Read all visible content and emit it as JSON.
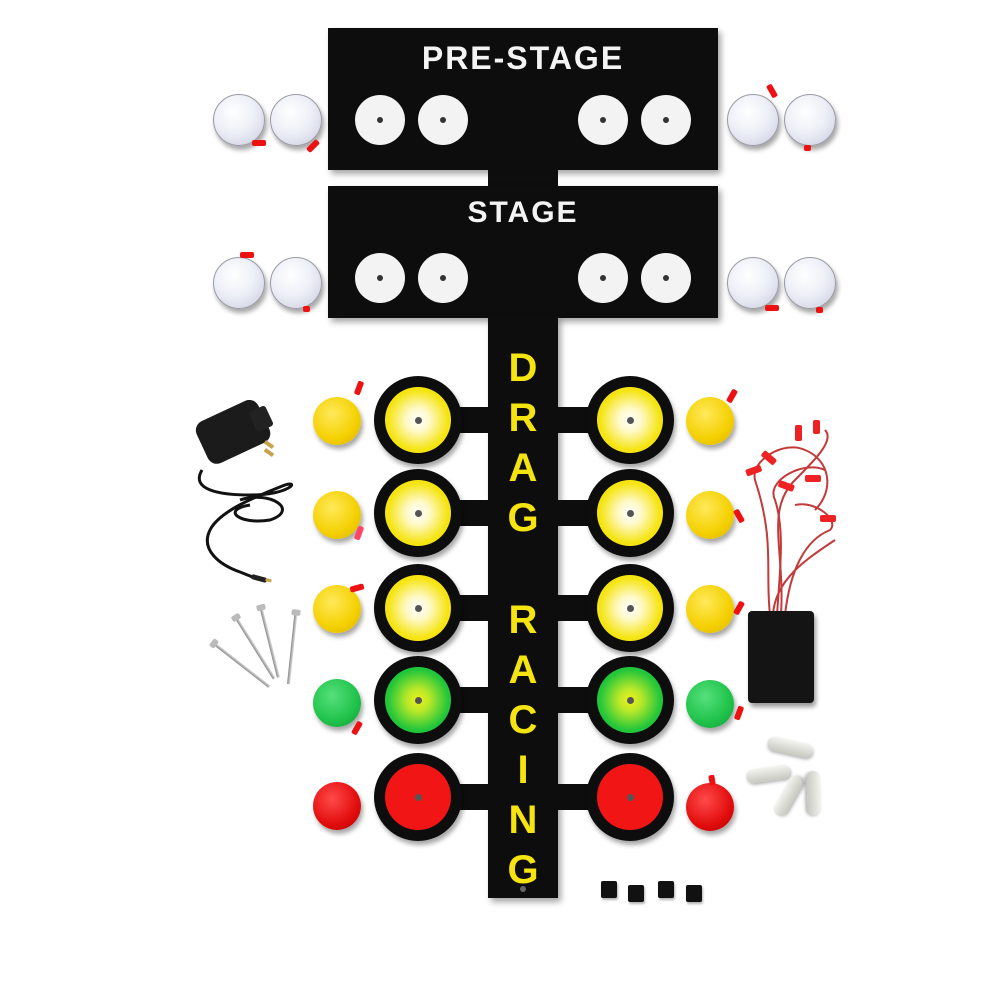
{
  "product": {
    "description": "Drag racing Christmas tree light board kit with loose LED lamps and accessories"
  },
  "board": {
    "color": "#0d0d0d",
    "prestage_label": "PRE-STAGE",
    "stage_label": "STAGE",
    "vertical_text_1": [
      "D",
      "R",
      "A",
      "G"
    ],
    "vertical_text_2": [
      "R",
      "A",
      "C",
      "I",
      "N",
      "G"
    ],
    "text_color": "#f5e40f",
    "title_color": "#f4f4f4"
  },
  "lamp_rows": [
    {
      "color": "yellow",
      "hex": "#f5e40f",
      "center_hex": "#ffffff"
    },
    {
      "color": "yellow",
      "hex": "#f5e40f",
      "center_hex": "#ffffff"
    },
    {
      "color": "yellow",
      "hex": "#f5e40f",
      "center_hex": "#ffffff"
    },
    {
      "color": "green",
      "hex": "#22c63a",
      "center_hex": "#e6f21a"
    },
    {
      "color": "red",
      "hex": "#f21515",
      "center_hex": "#f21515"
    }
  ],
  "accessories": {
    "power_adapter": "AC power adapter with cord",
    "nails": 4,
    "controller_box": "black control box with red wire leads",
    "spacer_tubes": 4,
    "mounting_clips": 4,
    "loose_white_leds": 8,
    "loose_yellow_leds": 6,
    "loose_green_leds": 2,
    "loose_red_leds": 2
  }
}
